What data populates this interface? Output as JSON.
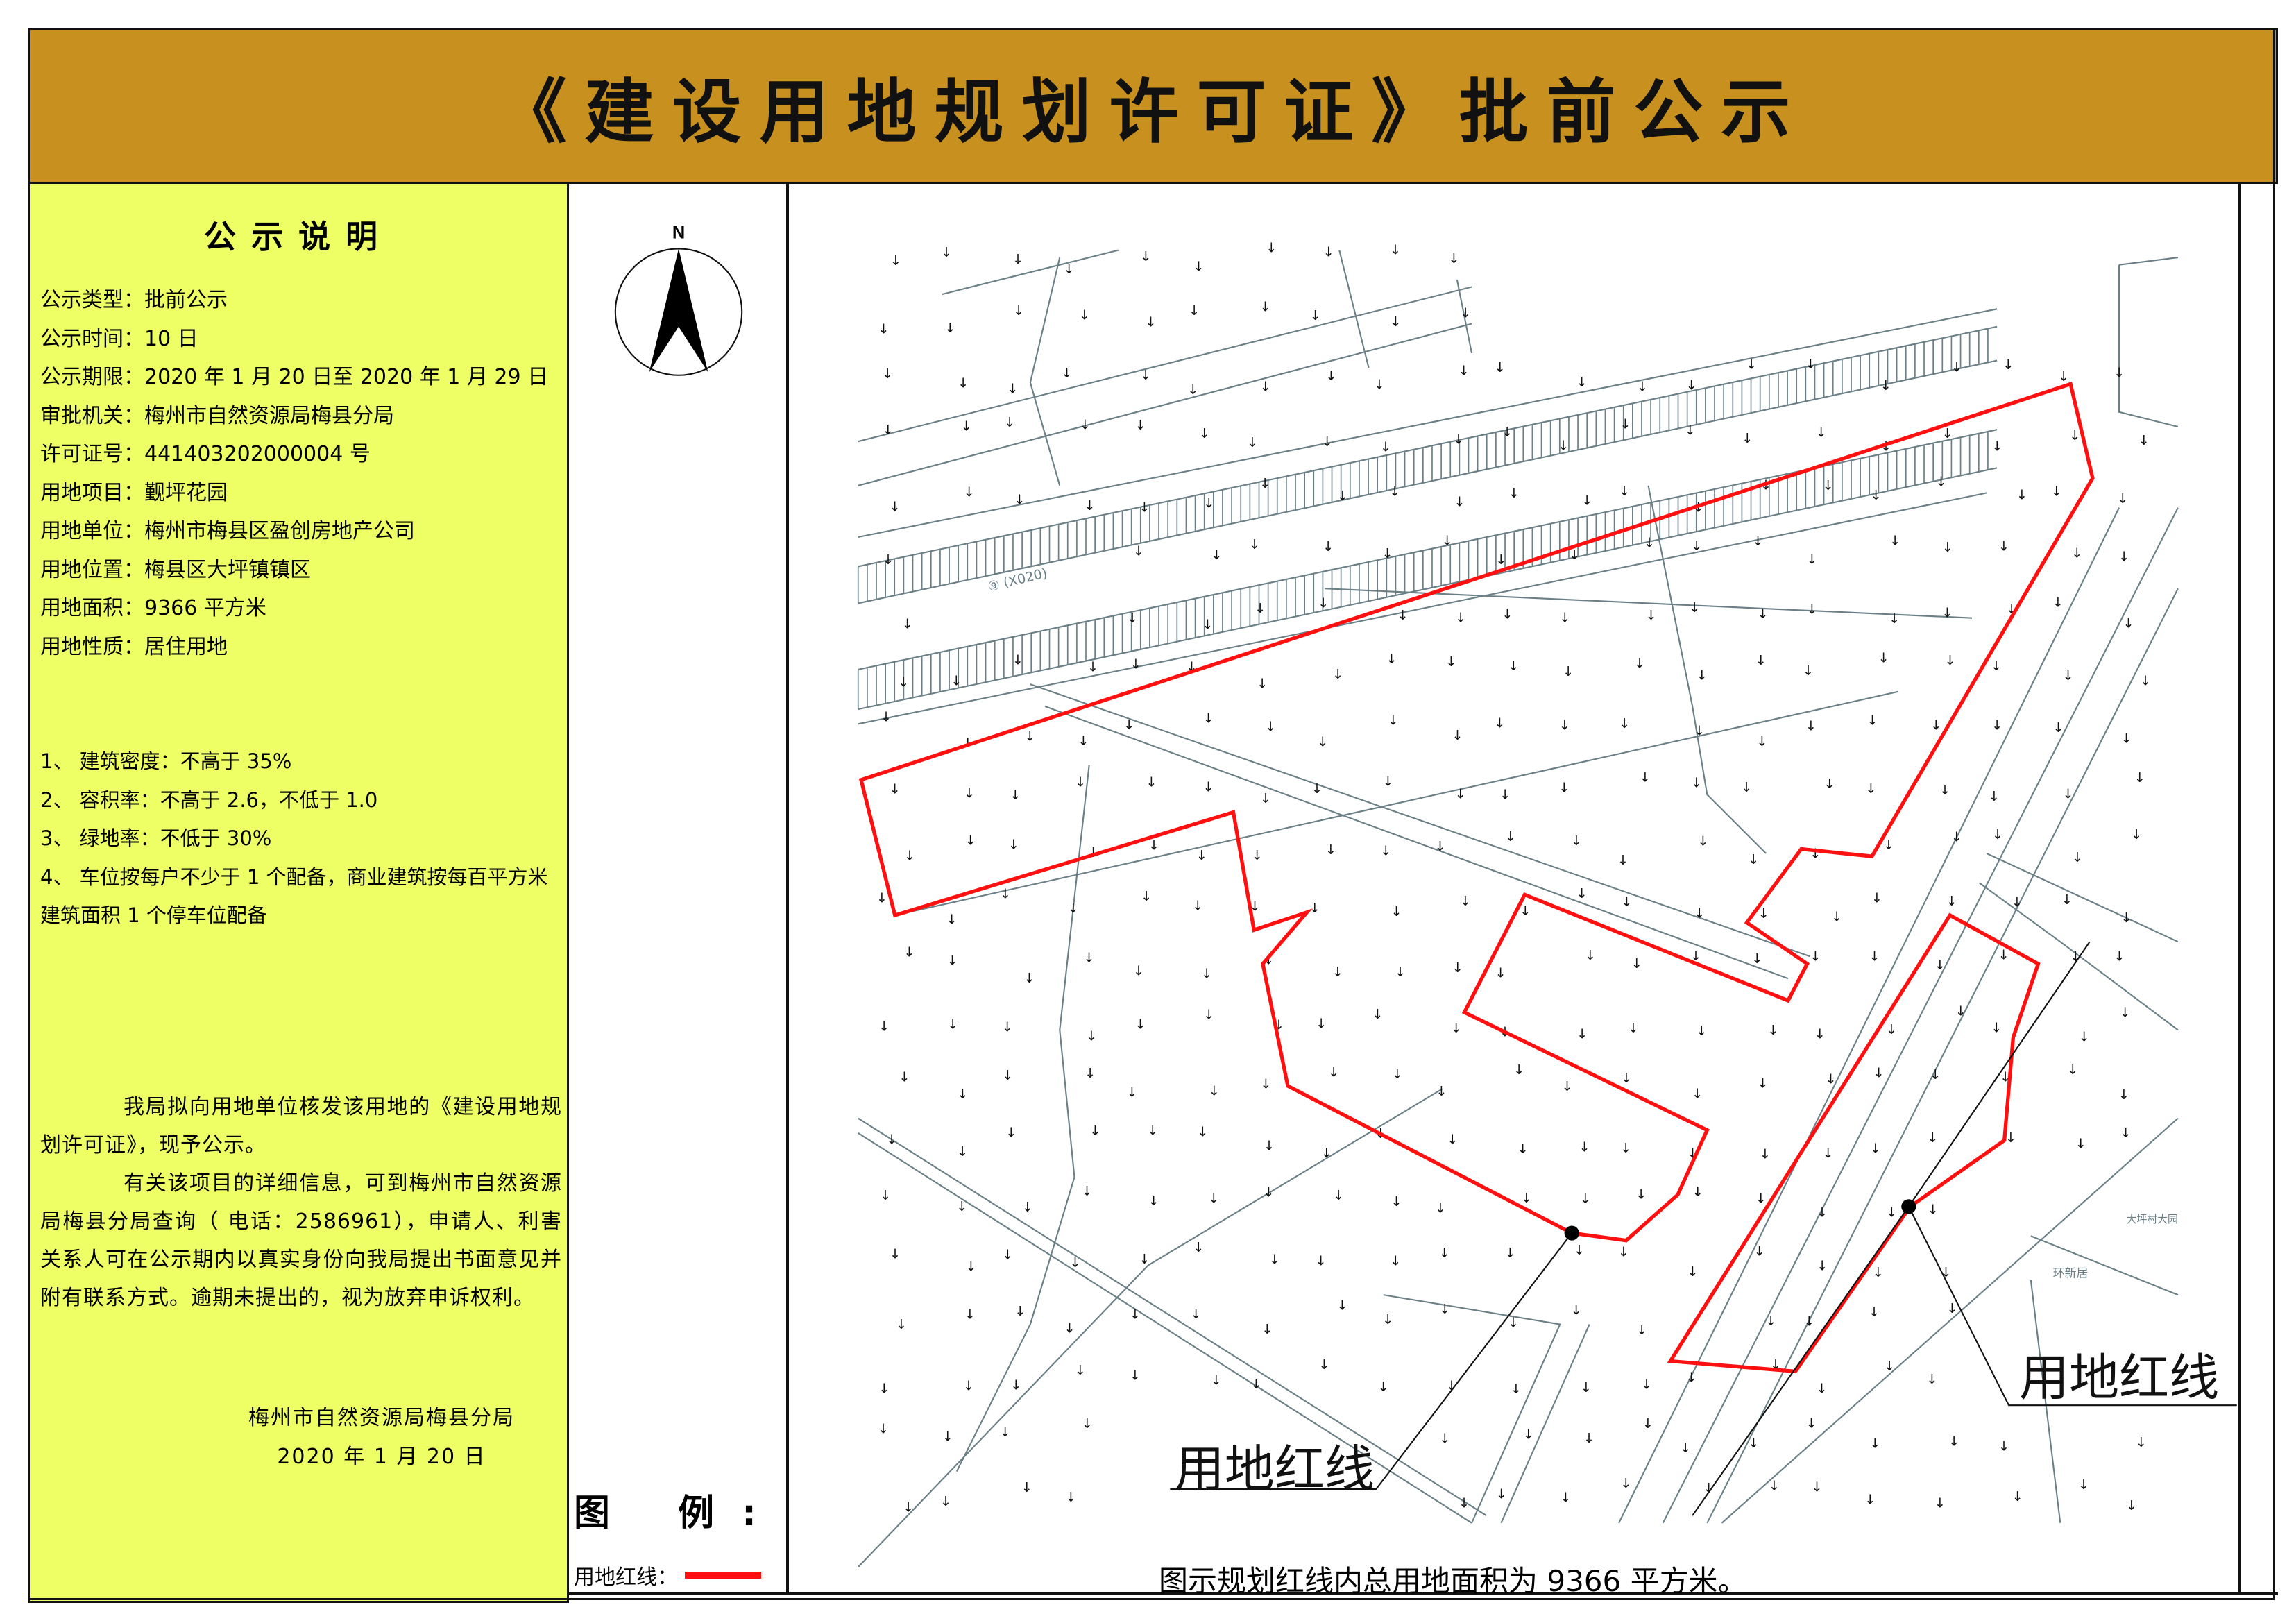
{
  "header": {
    "title": "《建设用地规划许可证》批前公示"
  },
  "notice": {
    "title": "公示说明",
    "fields": [
      {
        "label": "公示类型：",
        "value": "批前公示"
      },
      {
        "label": "公示时间：",
        "value": "10 日"
      },
      {
        "label": "公示期限：",
        "value": "2020 年 1 月 20 日至 2020 年 1 月 29 日"
      },
      {
        "label": "审批机关：",
        "value": "梅州市自然资源局梅县分局"
      },
      {
        "label": "许可证号：",
        "value": "441403202000004 号"
      },
      {
        "label": "用地项目：",
        "value": "觐坪花园"
      },
      {
        "label": "用地单位：",
        "value": "梅州市梅县区盈创房地产公司"
      },
      {
        "label": "用地位置：",
        "value": "梅县区大坪镇镇区"
      },
      {
        "label": "用地面积：",
        "value": "9366 平方米"
      },
      {
        "label": "用地性质：",
        "value": "居住用地"
      }
    ],
    "requirements": [
      "1、 建筑密度：不高于 35%",
      "2、 容积率：不高于 2.6，不低于 1.0",
      "3、 绿地率：不低于 30%",
      "4、 车位按每户不少于 1 个配备，商业建筑按每百平方米",
      "建筑面积 1 个停车位配备"
    ],
    "paragraphs": [
      "我局拟向用地单位核发该用地的《建设用地规划许可证》，现予公示。",
      "有关该项目的详细信息，可到梅州市自然资源局梅县分局查询（ 电话：2586961），申请人、利害关系人可在公示期内以真实身份向我局提出书面意见并附有联系方式。逾期未提出的，视为放弃申诉权利。"
    ],
    "signature": {
      "org": "梅州市自然资源局梅县分局",
      "date": "2020 年 1 月 20 日"
    }
  },
  "compass": {
    "label": "N",
    "icon": "north-arrow-icon"
  },
  "legend": {
    "title": "图 例:",
    "items": [
      {
        "label": "用地红线：",
        "color": "#FF1010"
      }
    ]
  },
  "map": {
    "road_label": "⑨ (X020)",
    "place_labels": [
      "大坪村大园",
      "环新居"
    ],
    "redline_labels": [
      "用地红线",
      "用地红线"
    ],
    "caption": "图示规划红线内总用地面积为 9366 平方米。"
  },
  "colors": {
    "header": "#C8901E",
    "panel": "#EEFF66",
    "redline": "#FF1010",
    "basemap": "#6a7f86"
  }
}
